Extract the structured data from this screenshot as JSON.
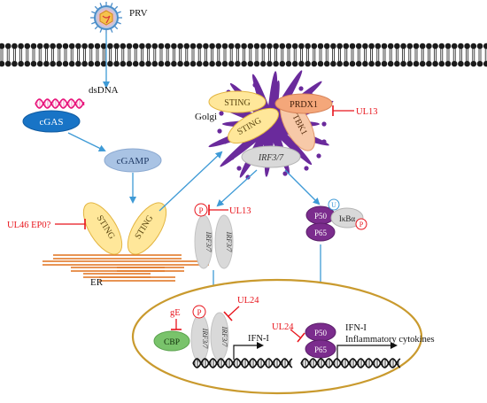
{
  "labels": {
    "virus": "PRV",
    "dsdna": "dsDNA",
    "cgas": "cGAS",
    "cgamp": "cGAMP",
    "sting_left": "STING",
    "sting_right": "STING",
    "er": "ER",
    "golgi": "Golgi",
    "golgi_sting_top": "STING",
    "golgi_sting_mid": "STING",
    "tbk1": "TBK1",
    "prdx1": "PRDX1",
    "irf37_golgi": "IRF3/7",
    "p_mark_1": "P",
    "irf37_dimer_a": "IRF3/7",
    "irf37_dimer_b": "IRF3/7",
    "p50": "P50",
    "p65": "P65",
    "ikba": "IκBα",
    "u_mark": "U",
    "p_mark_2": "P",
    "ge": "gE",
    "cbp": "CBP",
    "p_mark_3": "P",
    "irf37_nuc_a": "IRF3/7",
    "irf37_nuc_b": "IRF3/7",
    "ifn_left": "IFN-I",
    "p50_nuc": "P50",
    "p65_nuc": "P65",
    "ifn_right": "IFN-I",
    "inflammatory": "Inflammatory cytokines"
  },
  "inhibitors": {
    "ul46_ep0": "UL46 EP0?",
    "ul13_prdx1": "UL13",
    "ul13_irf": "UL13",
    "ul24_irf": "UL24",
    "ul24_nfkb": "UL24"
  },
  "colors": {
    "membrane": "#1b1b1b",
    "blue_arrow": "#3e9ad6",
    "cgas": "#1874c6",
    "cgamp": "#a9c3e4",
    "sting": "#ffe79a",
    "sting_stroke": "#e3b541",
    "er": "#e0701c",
    "golgi": "#6a2a9c",
    "prdx1": "#f4a77a",
    "irf": "#d9d9d9",
    "nfkb": "#7b2c8d",
    "cbp": "#79c36b",
    "nucleus": "#c99a2e",
    "inhibitor": "#e8141c"
  }
}
